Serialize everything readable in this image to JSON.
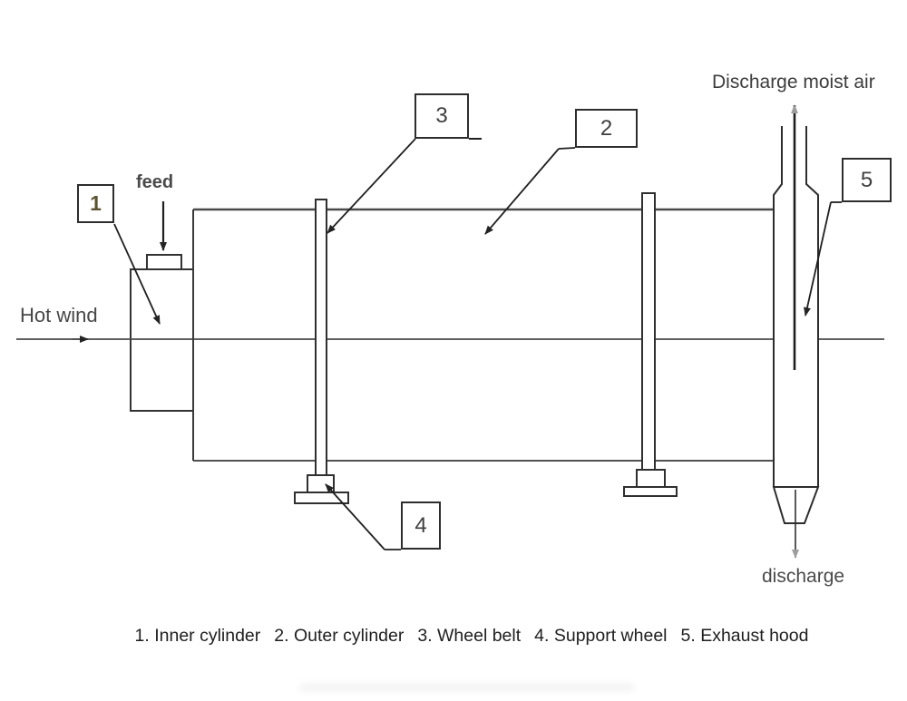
{
  "diagram": {
    "labels": {
      "feed": "feed",
      "hot_wind": "Hot wind",
      "discharge_moist_air": "Discharge moist air",
      "discharge": "discharge"
    },
    "callouts": [
      "1",
      "2",
      "3",
      "4",
      "5"
    ],
    "legend_items": [
      "1. Inner cylinder",
      "2. Outer cylinder",
      "3. Wheel belt",
      "4. Support wheel",
      "5. Exhaust hood"
    ]
  },
  "colors": {
    "line": "#3a3a3a",
    "text": "#333333",
    "background": "#ffffff"
  }
}
